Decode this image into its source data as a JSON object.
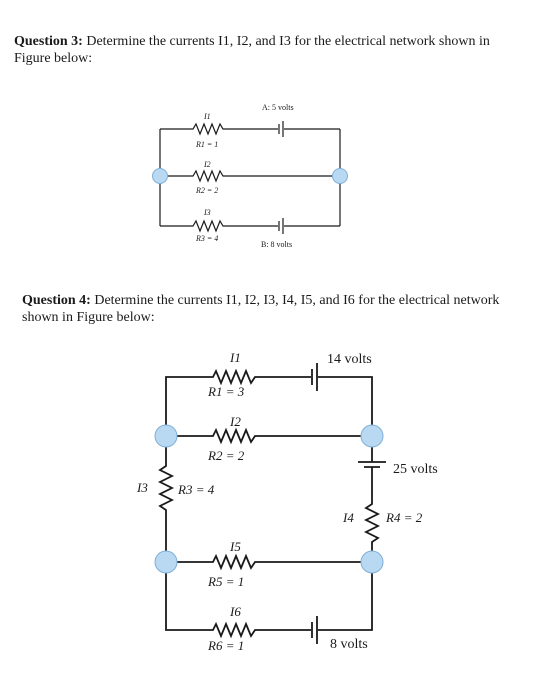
{
  "q3": {
    "label": "Question 3:",
    "text": "Determine the currents I1, I2, and I3 for the electrical network shown in Figure below:"
  },
  "q4": {
    "label": "Question 4:",
    "text": "Determine the currents I1, I2, I3, I4, I5, and I6 for the electrical network shown in Figure below:"
  },
  "fig1": {
    "battery_a": "A: 5 volts",
    "battery_b": "B: 8 volts",
    "i1": "I1",
    "i2": "I2",
    "i3": "I3",
    "r1": "R1 = 1",
    "r2": "R2 = 2",
    "r3": "R3 = 4"
  },
  "fig2": {
    "v_top": "14 volts",
    "v_right": "25 volts",
    "v_bottom": "8 volts",
    "i1": "I1",
    "i2": "I2",
    "i3": "I3",
    "i4": "I4",
    "i5": "I5",
    "i6": "I6",
    "r1": "R1 = 3",
    "r2": "R2 = 2",
    "r3": "R3 = 4",
    "r4": "R4 = 2",
    "r5": "R5 = 1",
    "r6": "R6 = 1"
  }
}
